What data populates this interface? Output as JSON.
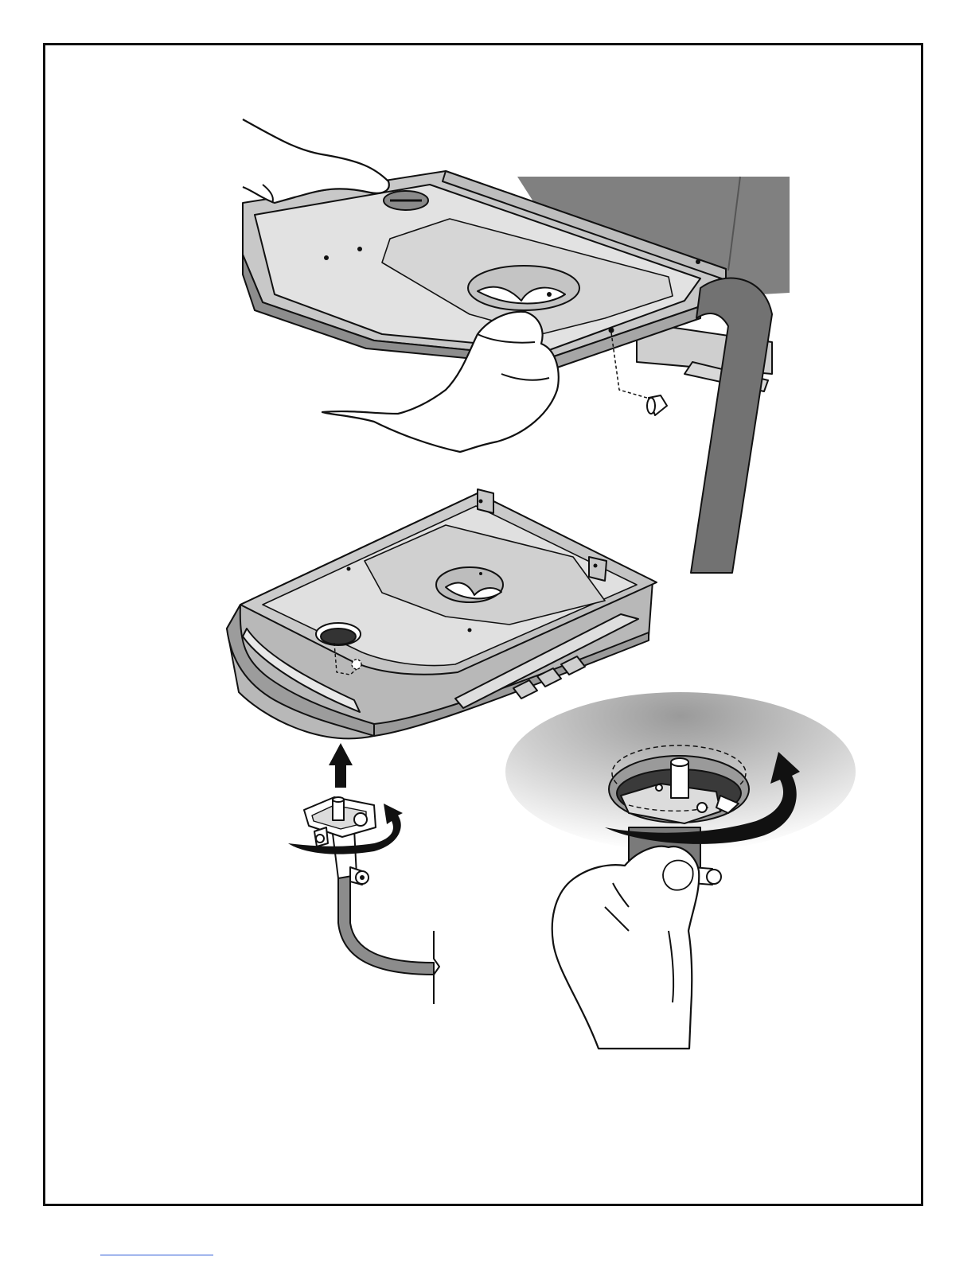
{
  "document": {
    "type": "assembly-instruction-page",
    "text": [],
    "colors": {
      "border": "#111111",
      "panel_light": "#e0e0e0",
      "panel_mid": "#c4c4c4",
      "panel_dark": "#8a8a8a",
      "grill_body": "#808080",
      "leg": "#727272",
      "hand_fill": "#ffffff",
      "outline": "#111111",
      "link_underline": "#2b59d6"
    },
    "figures": [
      {
        "name": "side-shelf-attached",
        "icons": [
          "left-hand-icon",
          "right-hand-icon",
          "screw-icon"
        ]
      },
      {
        "name": "side-shelf-with-burner-port",
        "icons": [
          "up-arrow-icon"
        ]
      },
      {
        "name": "valve-assembly",
        "icons": [
          "rotate-arrow-icon"
        ]
      },
      {
        "name": "valve-detail-zoom",
        "icons": [
          "rotate-arrow-icon",
          "hand-icon"
        ]
      }
    ]
  }
}
